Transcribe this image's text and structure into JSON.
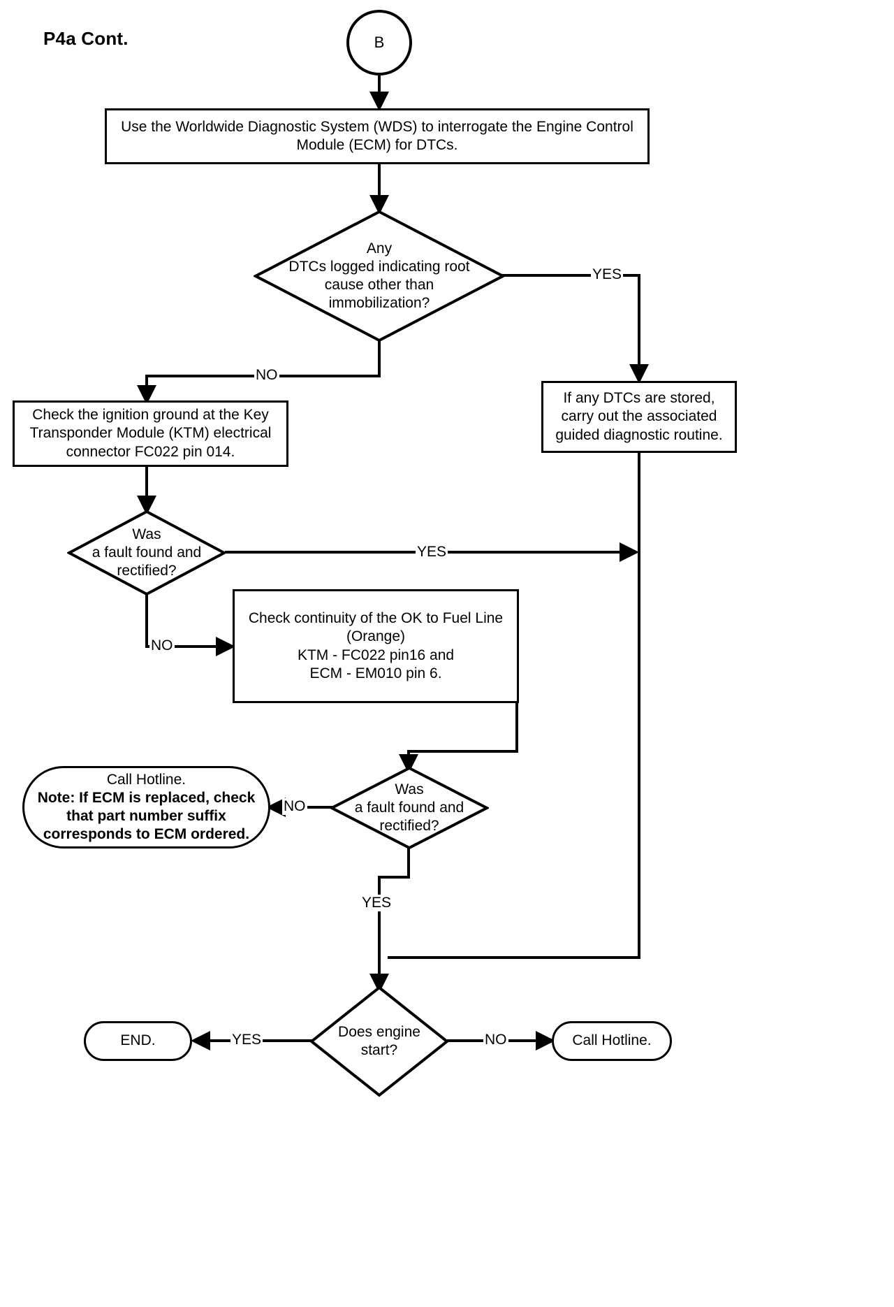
{
  "page": {
    "title": "P4a Cont."
  },
  "chart_data": {
    "type": "diagram",
    "diagram_kind": "flowchart",
    "title": "P4a Cont.",
    "nodes": [
      {
        "id": "B",
        "shape": "connector",
        "text": "B"
      },
      {
        "id": "wds",
        "shape": "process",
        "text": "Use the Worldwide Diagnostic System (WDS) to interrogate the Engine Control Module (ECM) for DTCs."
      },
      {
        "id": "d1",
        "shape": "decision",
        "text": "Any\nDTCs logged indicating root\ncause other than\nimmobilization?"
      },
      {
        "id": "dtcbox",
        "shape": "process",
        "text": "If any DTCs are stored,\ncarry out the associated\nguided diagnostic routine."
      },
      {
        "id": "ktm",
        "shape": "process",
        "text": "Check the ignition ground at the Key\nTransponder Module (KTM) electrical\nconnector FC022 pin 014."
      },
      {
        "id": "d2",
        "shape": "decision",
        "text": "Was\na fault found and\nrectified?"
      },
      {
        "id": "okfuel",
        "shape": "process",
        "text": "Check continuity of the OK to Fuel Line\n(Orange)\nKTM - FC022 pin16 and\nECM - EM010 pin 6."
      },
      {
        "id": "d3",
        "shape": "decision",
        "text": "Was\na fault found and\nrectified?"
      },
      {
        "id": "hotnote",
        "shape": "terminator",
        "text": "Call Hotline.",
        "text2": "Note: If ECM is replaced, check\nthat part number suffix\ncorresponds to ECM ordered."
      },
      {
        "id": "d4",
        "shape": "decision",
        "text": "Does engine\nstart?"
      },
      {
        "id": "end",
        "shape": "terminator",
        "text": "END."
      },
      {
        "id": "hotline",
        "shape": "terminator",
        "text": "Call Hotline."
      }
    ],
    "edges": [
      {
        "from": "B",
        "to": "wds",
        "label": ""
      },
      {
        "from": "wds",
        "to": "d1",
        "label": ""
      },
      {
        "from": "d1",
        "to": "dtcbox",
        "label": "YES"
      },
      {
        "from": "d1",
        "to": "ktm",
        "label": "NO"
      },
      {
        "from": "ktm",
        "to": "d2",
        "label": ""
      },
      {
        "from": "d2",
        "to": "merge",
        "label": "YES"
      },
      {
        "from": "d2",
        "to": "okfuel",
        "label": "NO"
      },
      {
        "from": "okfuel",
        "to": "d3",
        "label": ""
      },
      {
        "from": "d3",
        "to": "hotnote",
        "label": "NO"
      },
      {
        "from": "d3",
        "to": "d4",
        "label": "YES"
      },
      {
        "from": "dtcbox",
        "to": "d4",
        "label": ""
      },
      {
        "from": "d4",
        "to": "end",
        "label": "YES"
      },
      {
        "from": "d4",
        "to": "hotline",
        "label": "NO"
      }
    ],
    "edge_labels": {
      "d1_yes": "YES",
      "d1_no": "NO",
      "d2_yes": "YES",
      "d2_no": "NO",
      "d3_no": "NO",
      "d3_yes": "YES",
      "d4_yes": "YES",
      "d4_no": "NO"
    },
    "colors": {
      "stroke": "#000000",
      "fill": "#ffffff",
      "text": "#000000"
    }
  },
  "nodes": {
    "connector_b": {
      "label": "B"
    },
    "wds_box": {
      "label": "Use the Worldwide Diagnostic System (WDS) to interrogate the Engine Control Module (ECM) for DTCs."
    },
    "decision_dtc": {
      "label": "Any\nDTCs logged indicating root\ncause other than\nimmobilization?"
    },
    "dtc_stored_box": {
      "label": "If any DTCs are stored,\ncarry out the associated\nguided diagnostic routine."
    },
    "ktm_box": {
      "label": "Check the ignition ground at the Key\nTransponder Module (KTM) electrical\nconnector FC022 pin 014."
    },
    "decision_fault_1": {
      "label": "Was\na fault found and\nrectified?"
    },
    "ok_to_fuel_box": {
      "label": "Check continuity of the OK to Fuel Line\n(Orange)\nKTM - FC022 pin16 and\nECM - EM010 pin 6."
    },
    "decision_fault_2": {
      "label": "Was\na fault found and\nrectified?"
    },
    "hotline_note": {
      "line1": "Call Hotline.",
      "line2": "Note: If ECM is replaced, check\nthat part number suffix\ncorresponds to ECM ordered."
    },
    "decision_engine": {
      "label": "Does engine\nstart?"
    },
    "end_terminator": {
      "label": "END."
    },
    "hotline_terminator": {
      "label": "Call Hotline."
    }
  },
  "labels": {
    "yes_dtc": "YES",
    "no_dtc": "NO",
    "yes_fault1": "YES",
    "no_fault1": "NO",
    "no_fault2": "NO",
    "yes_fault2": "YES",
    "yes_engine": "YES",
    "no_engine": "NO"
  }
}
